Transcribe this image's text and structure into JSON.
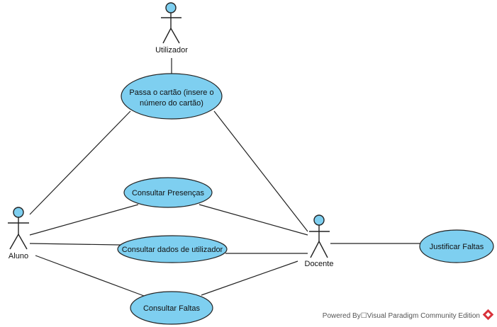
{
  "actors": {
    "utilizador": "Utilizador",
    "aluno": "Aluno",
    "docente": "Docente"
  },
  "use_cases": {
    "passa_cartao_line1": "Passa o cartão (insere o",
    "passa_cartao_line2": "número do cartão)",
    "consultar_presencas": "Consultar Presenças",
    "consultar_dados": "Consultar dados de utilizador",
    "consultar_faltas": "Consultar Faltas",
    "justificar_faltas": "Justificar Faltas"
  },
  "footer": {
    "powered_by": "Powered By☐Visual Paradigm Community Edition"
  },
  "colors": {
    "usecase_fill": "#7ecff0",
    "logo_red": "#d9323b"
  },
  "icons": {
    "logo": "visual-paradigm-logo-icon"
  }
}
